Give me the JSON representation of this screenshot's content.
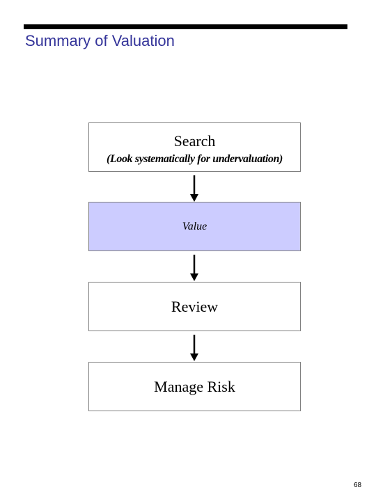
{
  "slide": {
    "title": "Summary of Valuation",
    "title_color": "#333399",
    "page_number": "68"
  },
  "flow": {
    "steps": [
      {
        "label": "Search",
        "sublabel": "(Look systematically for undervaluation)",
        "fill": "#ffffff"
      },
      {
        "label": "Value",
        "fill": "#ccccff"
      },
      {
        "label": "Review",
        "fill": "#ffffff"
      },
      {
        "label": "Manage Risk",
        "fill": "#ffffff"
      }
    ],
    "connectors": [
      "down-arrow",
      "down-arrow",
      "down-arrow"
    ]
  }
}
